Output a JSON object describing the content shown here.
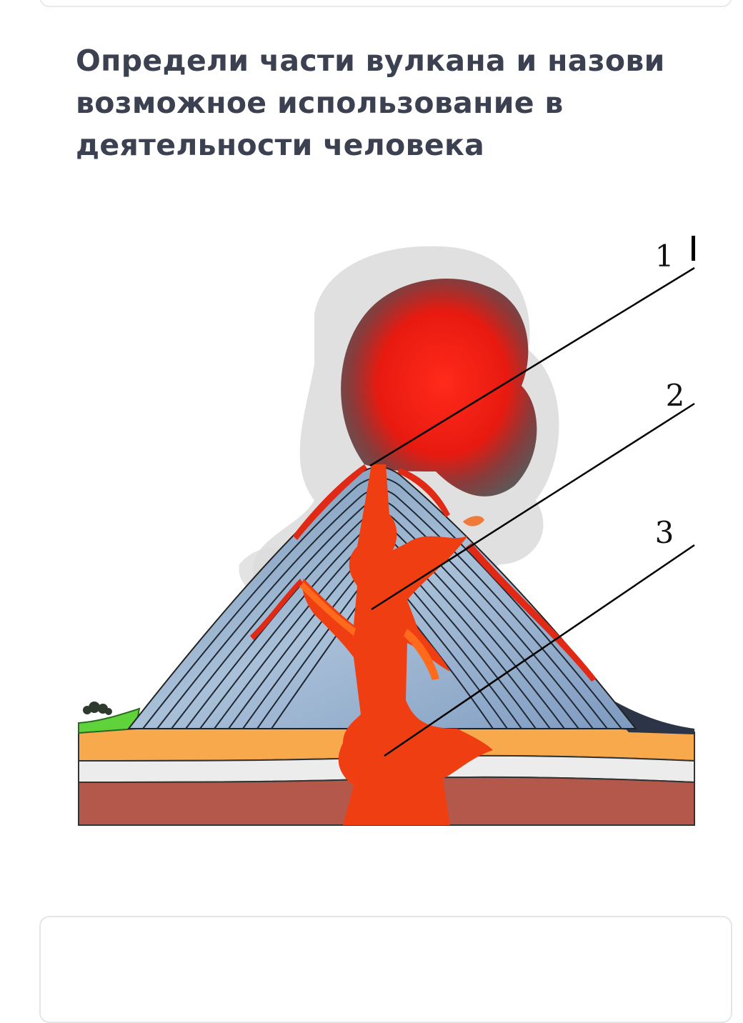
{
  "question": {
    "text": "Определи части вулкана и назови возможное использование в деятельности человека"
  },
  "diagram": {
    "labels": [
      "1",
      "2",
      "3"
    ]
  },
  "answer_card": {}
}
